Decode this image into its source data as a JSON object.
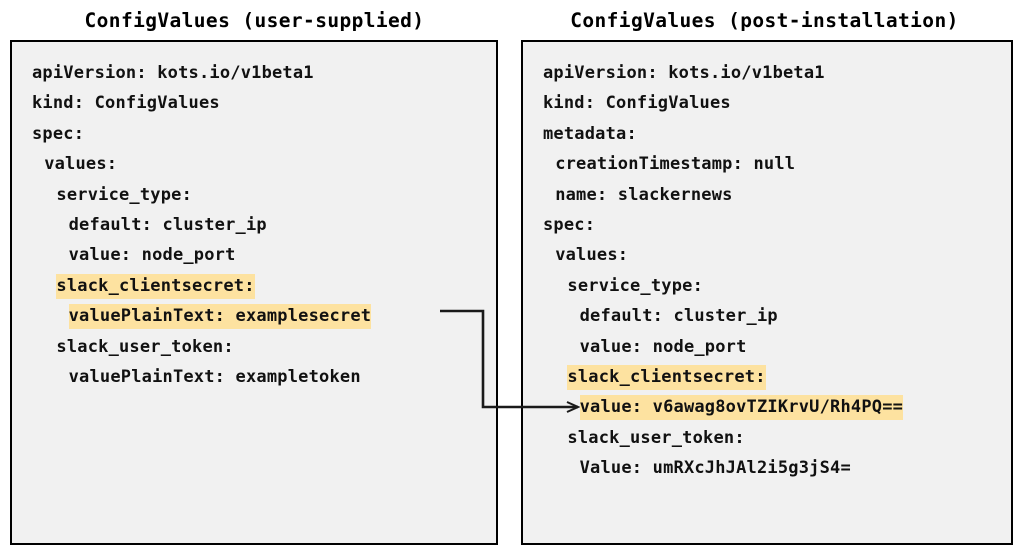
{
  "panels": [
    {
      "title": "ConfigValues (user-supplied)",
      "lines": [
        {
          "indent": 0,
          "text": "apiVersion: kots.io/v1beta1",
          "highlight": false
        },
        {
          "indent": 0,
          "text": "kind: ConfigValues",
          "highlight": false
        },
        {
          "indent": 0,
          "text": "spec:",
          "highlight": false
        },
        {
          "indent": 1,
          "text": "values:",
          "highlight": false
        },
        {
          "indent": 2,
          "text": "service_type:",
          "highlight": false
        },
        {
          "indent": 3,
          "text": "default: cluster_ip",
          "highlight": false
        },
        {
          "indent": 3,
          "text": "value: node_port",
          "highlight": false
        },
        {
          "indent": 2,
          "text": "slack_clientsecret:",
          "highlight": true
        },
        {
          "indent": 3,
          "text": "valuePlainText: examplesecret",
          "highlight": true
        },
        {
          "indent": 2,
          "text": "slack_user_token:",
          "highlight": false
        },
        {
          "indent": 3,
          "text": "valuePlainText: exampletoken",
          "highlight": false
        }
      ]
    },
    {
      "title": "ConfigValues (post-installation)",
      "lines": [
        {
          "indent": 0,
          "text": "apiVersion: kots.io/v1beta1",
          "highlight": false
        },
        {
          "indent": 0,
          "text": "kind: ConfigValues",
          "highlight": false
        },
        {
          "indent": 0,
          "text": "metadata:",
          "highlight": false
        },
        {
          "indent": 1,
          "text": "creationTimestamp: null",
          "highlight": false
        },
        {
          "indent": 1,
          "text": "name: slackernews",
          "highlight": false
        },
        {
          "indent": 0,
          "text": "spec:",
          "highlight": false
        },
        {
          "indent": 1,
          "text": "values:",
          "highlight": false
        },
        {
          "indent": 2,
          "text": "service_type:",
          "highlight": false
        },
        {
          "indent": 3,
          "text": "default: cluster_ip",
          "highlight": false
        },
        {
          "indent": 3,
          "text": "value: node_port",
          "highlight": false
        },
        {
          "indent": 2,
          "text": "slack_clientsecret:",
          "highlight": true
        },
        {
          "indent": 3,
          "text": "value: v6awag8ovTZIKrvU/Rh4PQ==",
          "highlight": true
        },
        {
          "indent": 2,
          "text": "slack_user_token:",
          "highlight": false
        },
        {
          "indent": 3,
          "text": "Value: umRXcJhJAl2i5g3jS4=",
          "highlight": false
        }
      ]
    }
  ],
  "colors": {
    "highlight": "#fde2a0",
    "box_fill": "#f1f1f1",
    "box_border": "#000000",
    "text": "#111111",
    "connector": "#1a1a1a"
  },
  "connector": {
    "label": "secret-value-transform-arrow",
    "from_line": "valuePlainText: examplesecret",
    "to_line": "value: v6awag8ovTZIKrvU/Rh4PQ=="
  }
}
